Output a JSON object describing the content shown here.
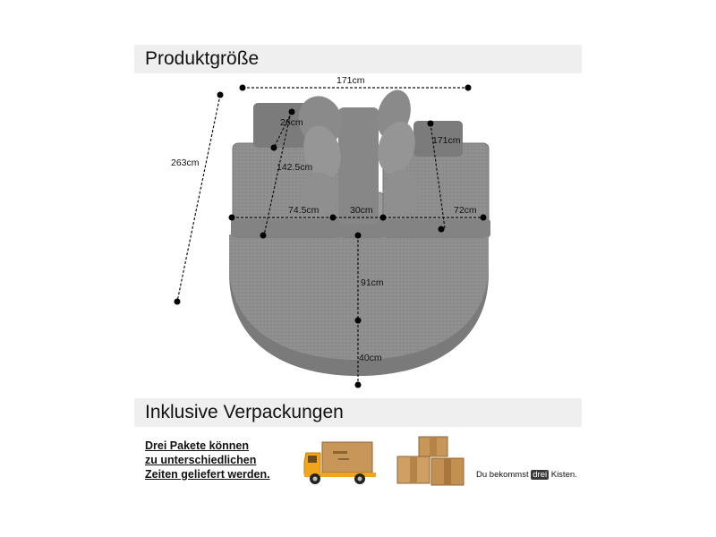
{
  "headings": {
    "size": "Produktgröße",
    "packaging": "Inklusive Verpackungen"
  },
  "dimensions": {
    "top_width": "171cm",
    "diagonal": "263cm",
    "pillow": "26cm",
    "right_depth": "171cm",
    "left_depth": "142.5cm",
    "left_seat": "74.5cm",
    "center_seat": "30cm",
    "right_seat": "72cm",
    "ottoman_depth": "91cm",
    "height": "40cm"
  },
  "delivery_note": [
    "Drei Pakete können",
    "zu unterschiedlichen",
    "Zeiten geliefert werden."
  ],
  "boxes_note": {
    "before": "Du bekommst ",
    "highlight": "drei",
    "after": " Kisten."
  },
  "colors": {
    "sofa": "#8d8d8d",
    "sofa_dark": "#6f6f6f",
    "truck": "#f2a51a",
    "box": "#c9965a"
  },
  "icons": [
    "delivery-truck-icon",
    "cardboard-boxes-icon"
  ]
}
